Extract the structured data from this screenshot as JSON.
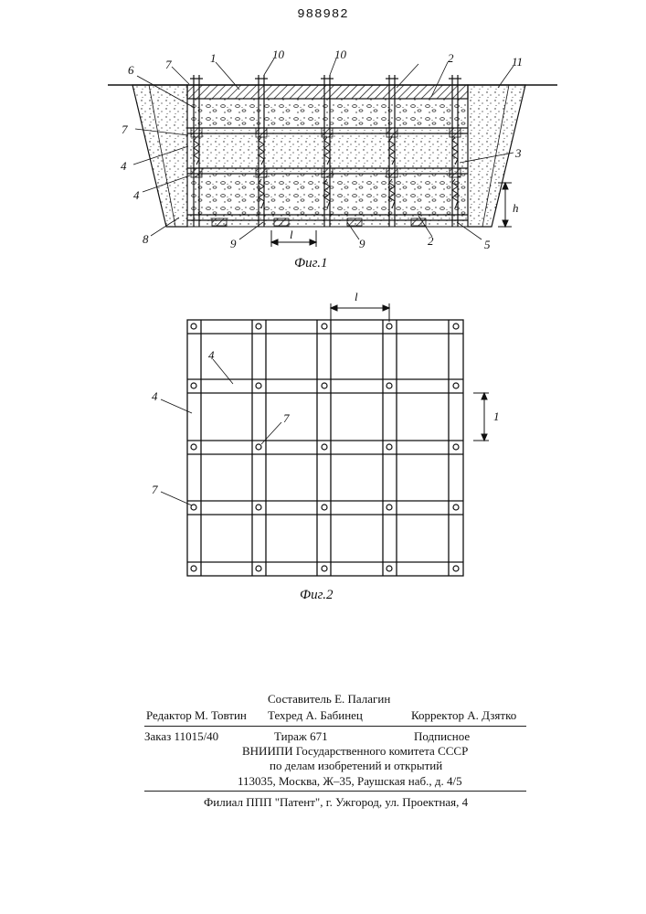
{
  "patent_number": "988982",
  "fig1": {
    "caption": "Фиг.1",
    "labels": {
      "n1": "1",
      "n2a": "2",
      "n2b": "2",
      "n3": "3",
      "n4a": "4",
      "n4b": "4",
      "n5": "5",
      "n6": "6",
      "n7a": "7",
      "n7b": "7",
      "n8": "8",
      "n9a": "9",
      "n9b": "9",
      "n10a": "10",
      "n10b": "10",
      "n11": "11",
      "h": "h",
      "l": "l"
    }
  },
  "fig2": {
    "caption": "Фиг.2",
    "labels": {
      "l": "l",
      "n4a": "4",
      "n4b": "4",
      "n7a": "7",
      "n7b": "7",
      "side1": "1"
    }
  },
  "footer": {
    "composer": "Составитель Е. Палагин",
    "editor": "Редактор М. Товтин",
    "techred": "Техред А. Бабинец",
    "corrector": "Корректор А. Дзятко",
    "order": "Заказ 11015/40",
    "circulation": "Тираж 671",
    "subscription": "Подписное",
    "org_line1": "ВНИИПИ Государственного комитета СССР",
    "org_line2": "по делам изобретений и открытий",
    "address": "113035, Москва, Ж–35, Раушская наб., д. 4/5",
    "branch": "Филиал ППП \"Патент\", г. Ужгород, ул. Проектная, 4"
  }
}
